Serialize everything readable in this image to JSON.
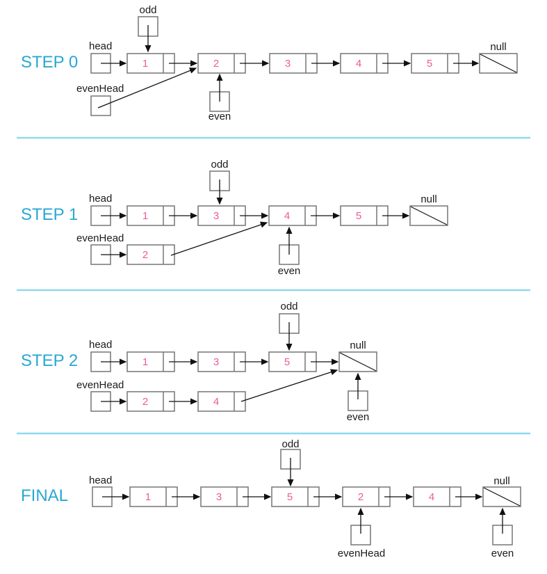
{
  "labels": {
    "head": "head",
    "even_head": "evenHead",
    "odd": "odd",
    "even": "even",
    "null": "null"
  },
  "colors": {
    "step_label": "#29a8d2",
    "node_value": "#ee5a9b",
    "divider_line": "#8fd9ef",
    "box_border": "#757575",
    "arrow": "#111111",
    "label_text": "#1a1a1a",
    "background": "#ffffff"
  },
  "steps": [
    {
      "label": "STEP 0",
      "main_nodes": [
        "1",
        "2",
        "3",
        "4",
        "5"
      ],
      "even_nodes": [],
      "main_chain_ends_in": "null",
      "odd_points_to": "1",
      "even_points_to": "2",
      "even_head_points_to": "2"
    },
    {
      "label": "STEP 1",
      "main_nodes": [
        "1",
        "3",
        "4",
        "5"
      ],
      "even_nodes": [
        "2"
      ],
      "main_chain_ends_in": "null",
      "odd_points_to": "3",
      "even_points_to": "4",
      "even_head_points_to": "2",
      "even_chain_links_to": "4"
    },
    {
      "label": "STEP 2",
      "main_nodes": [
        "1",
        "3",
        "5"
      ],
      "even_nodes": [
        "2",
        "4"
      ],
      "main_chain_ends_in": "null",
      "odd_points_to": "5",
      "even_points_to": "null",
      "even_head_points_to": "2",
      "even_chain_links_to": "null"
    },
    {
      "label": "FINAL",
      "main_nodes": [
        "1",
        "3",
        "5",
        "2",
        "4"
      ],
      "even_nodes": [],
      "main_chain_ends_in": "null",
      "odd_points_to": "5",
      "even_points_to": "null",
      "even_head_points_to": "2"
    }
  ]
}
